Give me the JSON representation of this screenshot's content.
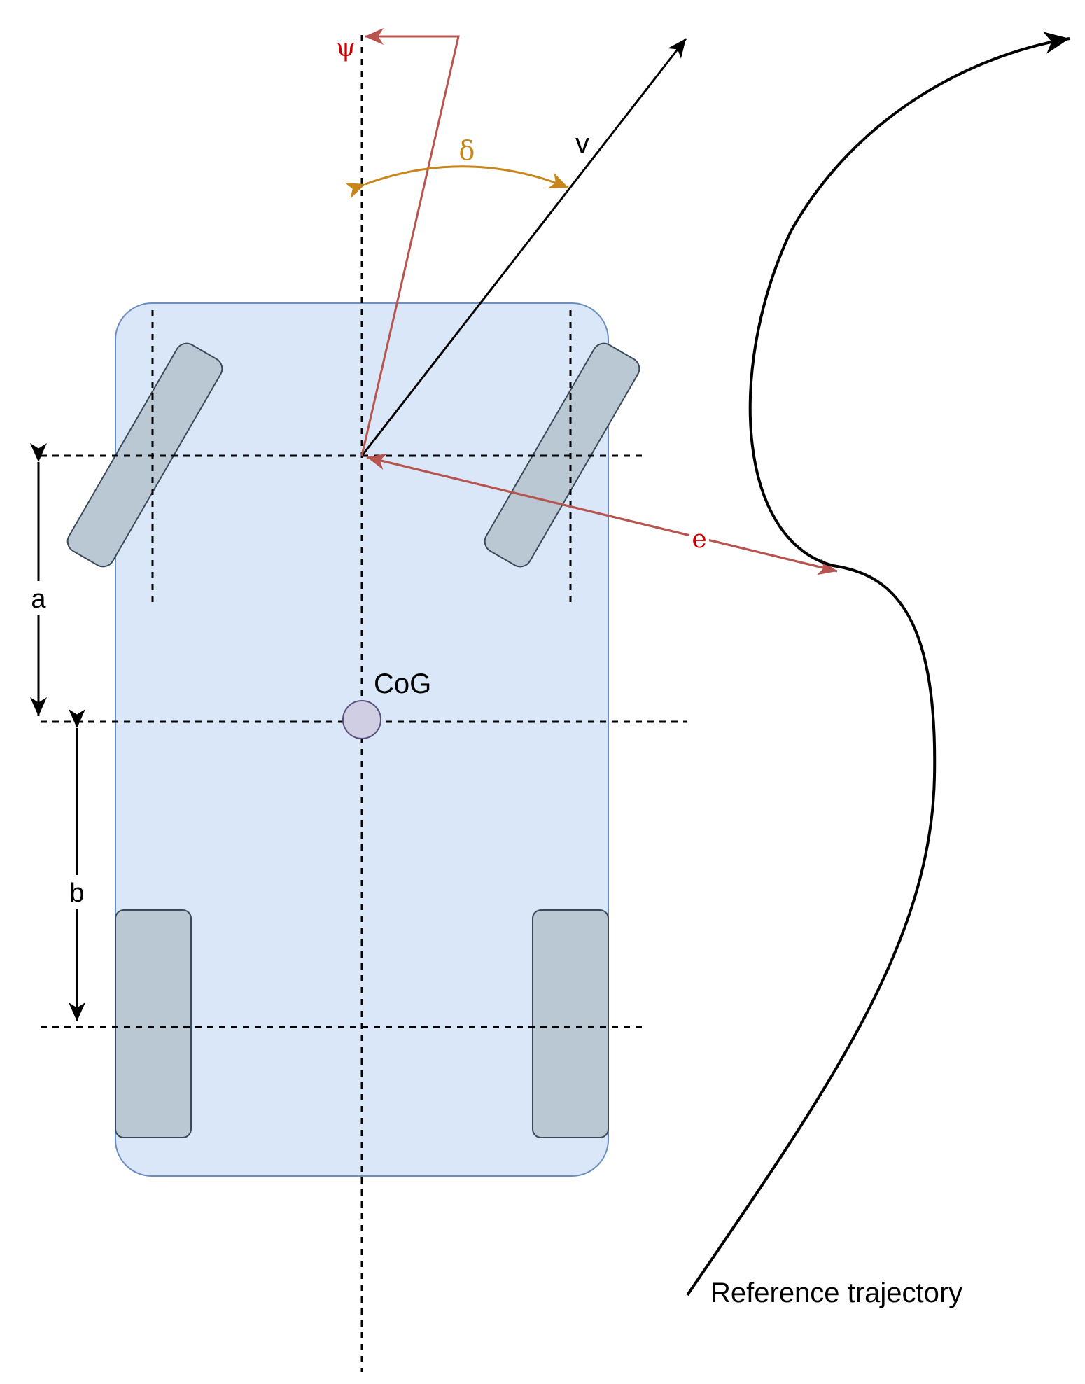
{
  "labels": {
    "psi": "ψ",
    "delta": "δ",
    "v": "v",
    "e": "e",
    "a": "a",
    "b": "b",
    "cog": "CoG",
    "reference_trajectory": "Reference trajectory"
  },
  "colors": {
    "body_fill": "#dae7f8",
    "body_stroke": "#6c8ebf",
    "wheel_fill": "#b9c8d3",
    "cog_fill": "#d0cee2",
    "psi_red": "#b85450",
    "label_red": "#cc0000",
    "delta_orange": "#c8851a",
    "black": "#000000"
  }
}
